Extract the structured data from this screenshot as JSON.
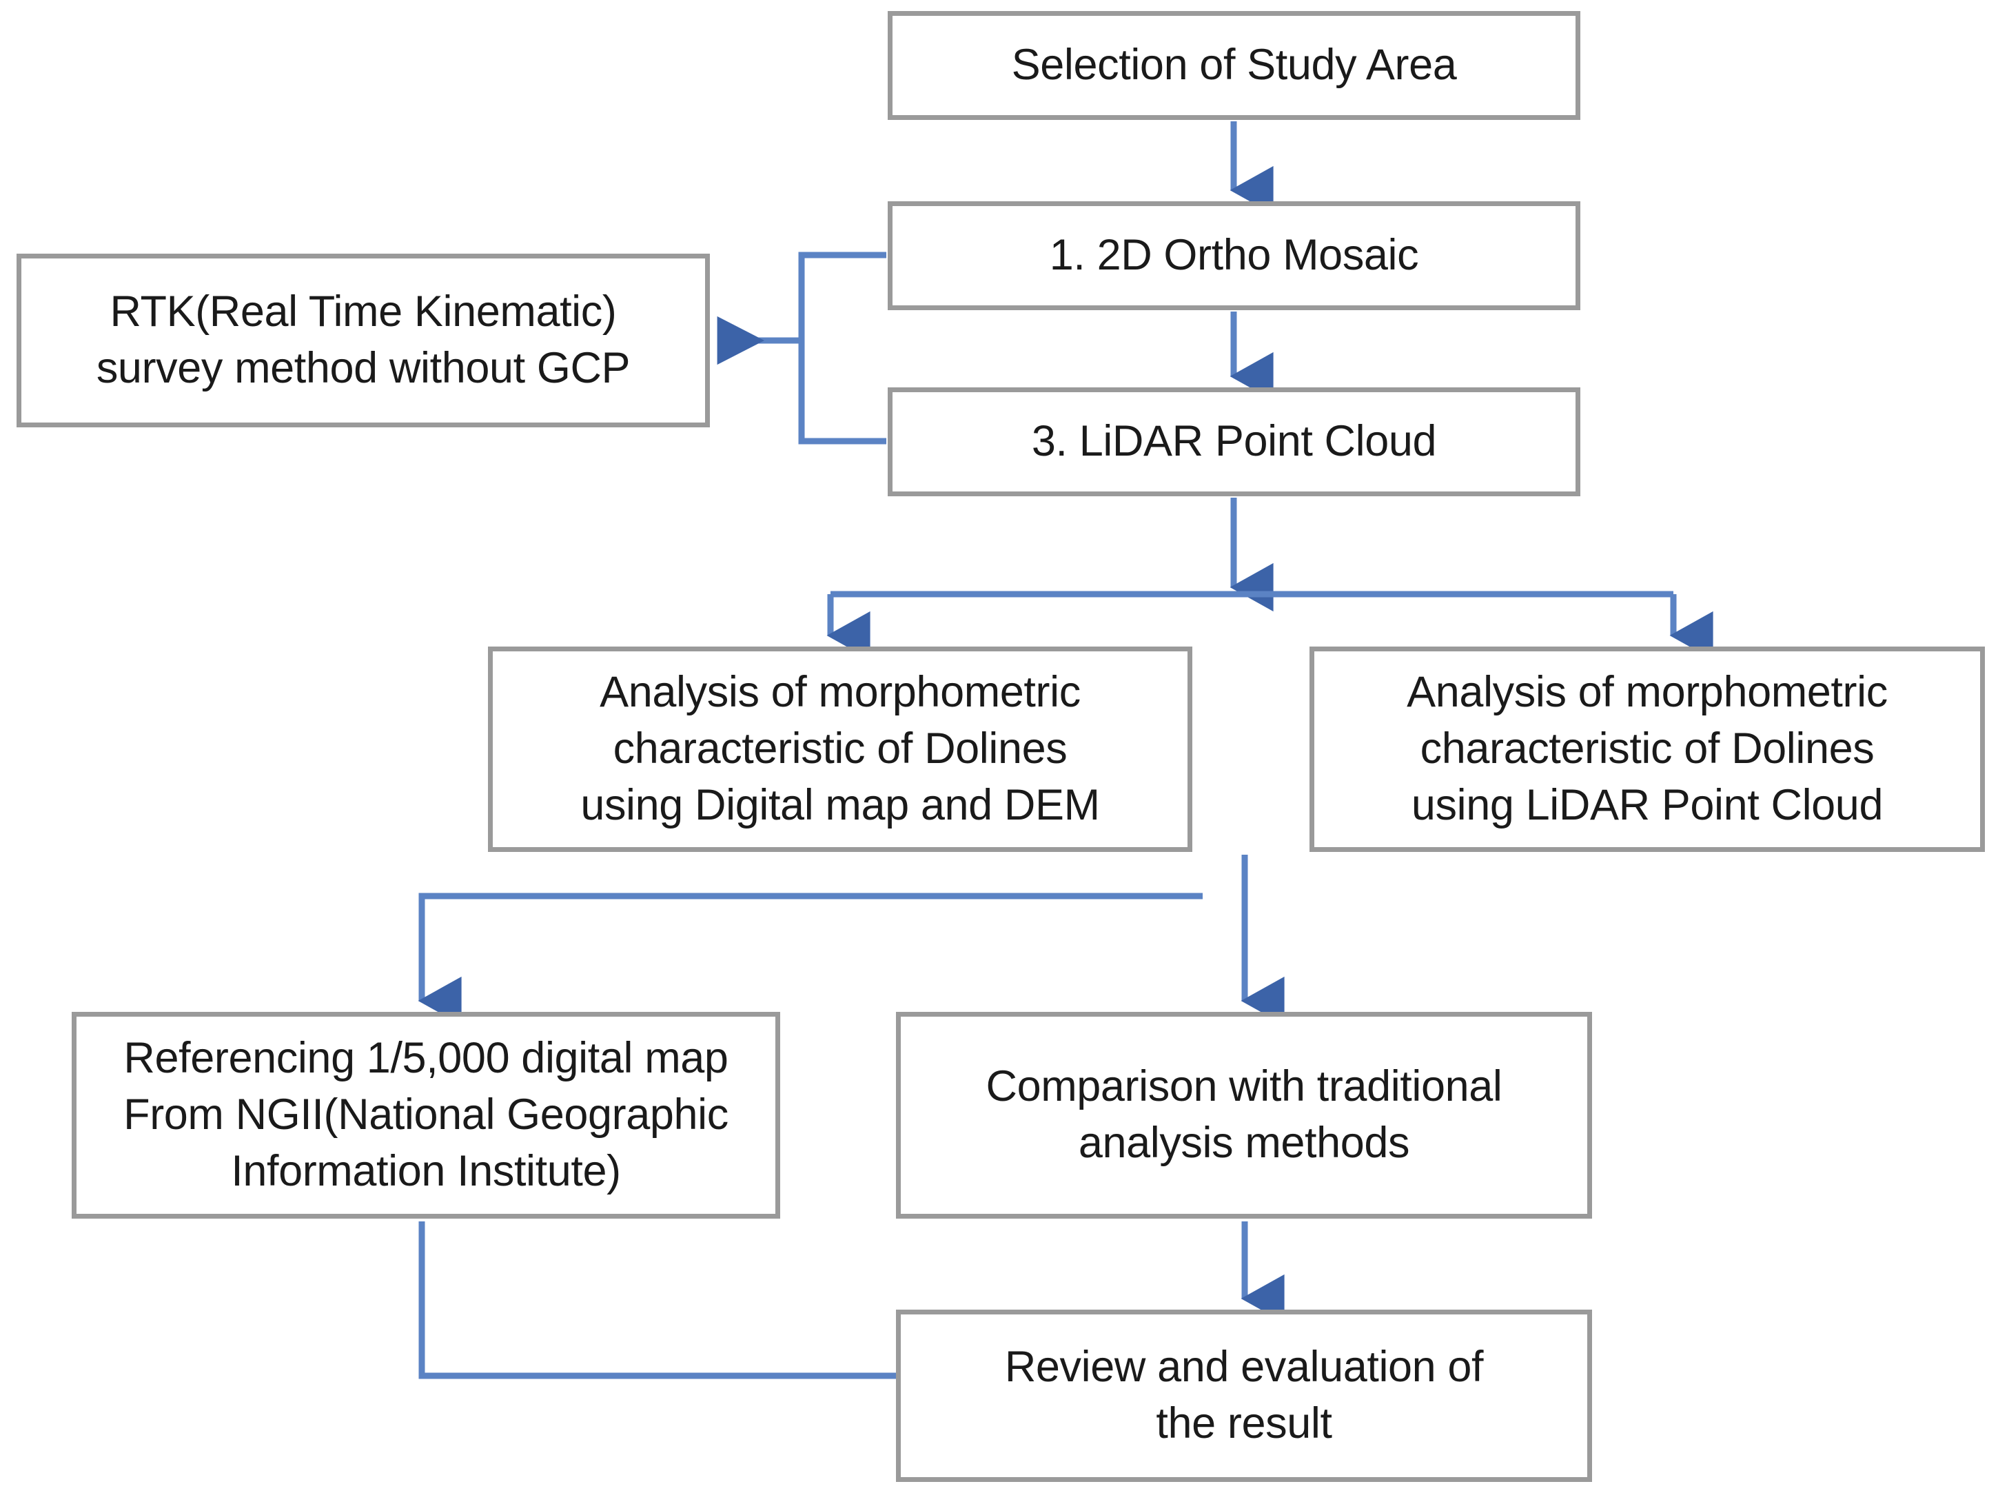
{
  "diagram": {
    "title": "Research workflow flowchart",
    "background_color": "#ffffff",
    "box_border_color": "#9a9a9a",
    "box_fill_color": "#ffffff",
    "connector_color": "#4a72b8",
    "text_color": "#1a1a1a"
  },
  "nodes": {
    "study_area": {
      "label": "Selection of Study Area"
    },
    "ortho_mosaic": {
      "label": "1. 2D Ortho Mosaic"
    },
    "lidar_cloud": {
      "label": "3. LiDAR Point Cloud"
    },
    "rtk_survey": {
      "label": "RTK(Real Time Kinematic)\nsurvey method without GCP"
    },
    "analysis_dem": {
      "label": "Analysis of morphometric\ncharacteristic of Dolines\nusing Digital map and DEM"
    },
    "analysis_lidar": {
      "label": "Analysis of morphometric\ncharacteristic of Dolines\nusing LiDAR Point Cloud"
    },
    "referencing": {
      "label": "Referencing 1/5,000 digital map\nFrom NGII(National Geographic\nInformation Institute)"
    },
    "comparison": {
      "label": "Comparison with traditional\nanalysis methods"
    },
    "review": {
      "label": "Review and evaluation of\nthe result"
    }
  },
  "connectors": [
    {
      "name": "study-area-to-ortho-mosaic",
      "from": "study_area",
      "to": "ortho_mosaic",
      "kind": "arrow-down"
    },
    {
      "name": "ortho-mosaic-to-lidar-cloud",
      "from": "ortho_mosaic",
      "to": "lidar_cloud",
      "kind": "arrow-down"
    },
    {
      "name": "bracket-to-rtk-survey",
      "from": "ortho_mosaic,lidar_cloud",
      "to": "rtk_survey",
      "kind": "bracket-arrow-left"
    },
    {
      "name": "lidar-cloud-to-analysis-fork",
      "from": "lidar_cloud",
      "to": "analysis_dem,analysis_lidar",
      "kind": "fork-down"
    },
    {
      "name": "analysis-dem-to-comparison",
      "from": "analysis_dem",
      "to": "comparison",
      "kind": "arrow-down"
    },
    {
      "name": "analysis-dem-to-referencing",
      "from": "analysis_dem",
      "to": "referencing",
      "kind": "elbow-arrow-down-left"
    },
    {
      "name": "referencing-to-review-junction",
      "from": "referencing",
      "to": "review",
      "kind": "elbow-arrow-right"
    },
    {
      "name": "comparison-to-review",
      "from": "comparison",
      "to": "review",
      "kind": "arrow-down"
    }
  ]
}
